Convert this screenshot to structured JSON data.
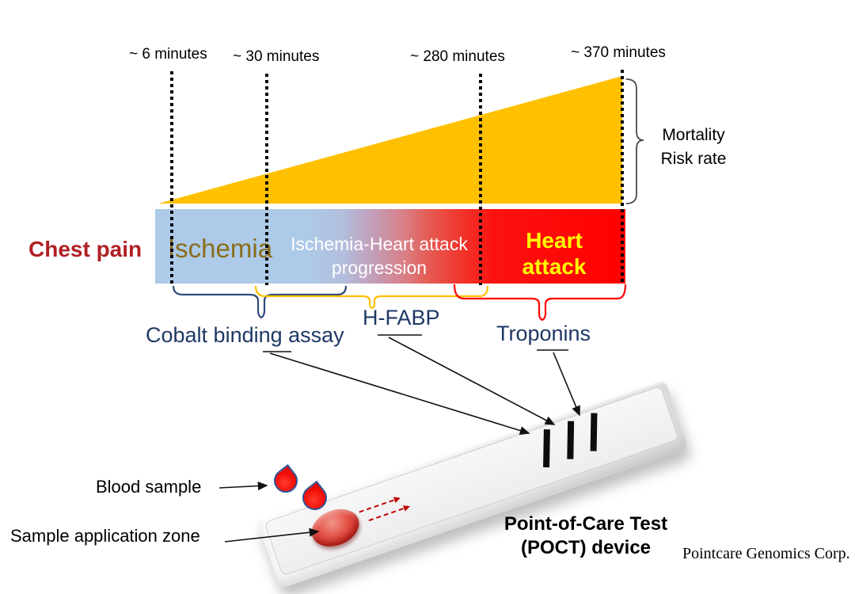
{
  "timeline": {
    "markers": [
      {
        "label": "~ 6 minutes"
      },
      {
        "label": "~ 30 minutes"
      },
      {
        "label": "~ 280 minutes"
      },
      {
        "label": "~ 370 minutes"
      }
    ]
  },
  "mortality": {
    "line1": "Mortality",
    "line2": "Risk rate"
  },
  "progression_bar": {
    "chest_pain_label": "Chest pain",
    "ischemia_label": "Ischemia",
    "progression_line1": "Ischemia-Heart attack",
    "progression_line2": "progression",
    "heart_attack_line1": "Heart",
    "heart_attack_line2": "attack"
  },
  "biomarkers": {
    "cobalt": {
      "label": "Cobalt binding assay",
      "brace_color": "#2E4B7A"
    },
    "hfabp": {
      "label": "H-FABP",
      "brace_color": "#FFC000"
    },
    "troponins": {
      "label": "Troponins",
      "brace_color": "#FF0000"
    }
  },
  "device": {
    "blood_sample_label": "Blood sample",
    "application_zone_label": "Sample application zone",
    "name_line1": "Point-of-Care Test",
    "name_line2": "(POCT) device",
    "test_strips_count": 3
  },
  "credit": "Pointcare Genomics Corp.",
  "colors": {
    "risk_triangle": "#FFC000",
    "bar_start_blue": "#ADCAE8",
    "bar_end_red": "#FF0000",
    "chest_pain_text": "#B02025",
    "ischemia_text": "#8A6D1C",
    "heart_attack_text": "#FFFF00",
    "progression_text": "#FFFFFF",
    "biomarker_text": "#1F3864",
    "blood_red": "#E8100C",
    "drop_outline": "#2F5496"
  }
}
